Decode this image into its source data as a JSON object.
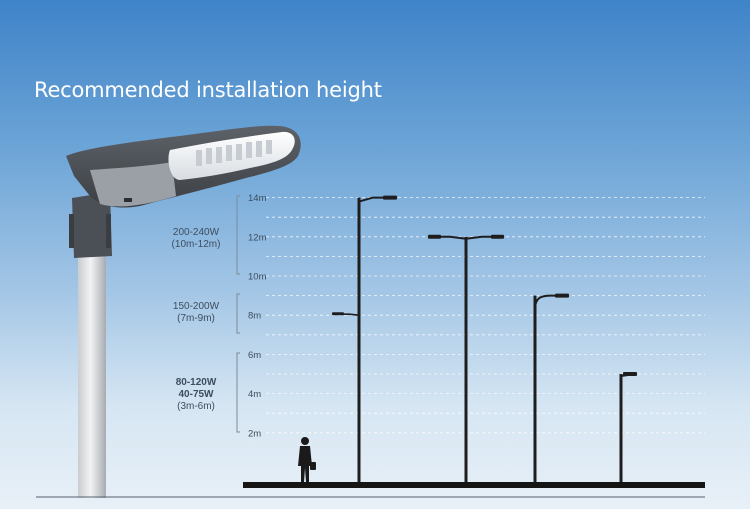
{
  "title": "Recommended installation height",
  "height_scale": {
    "unit": "m",
    "ticks": [
      {
        "value": 2,
        "label": "2m"
      },
      {
        "value": 4,
        "label": "4m"
      },
      {
        "value": 6,
        "label": "6m"
      },
      {
        "value": 8,
        "label": "8m"
      },
      {
        "value": 10,
        "label": "10m"
      },
      {
        "value": 12,
        "label": "12m"
      },
      {
        "value": 14,
        "label": "14m"
      }
    ]
  },
  "ranges": [
    {
      "power": "200-240W",
      "height": "(10m-12m)"
    },
    {
      "power": "150-200W",
      "height": "(7m-9m)"
    },
    {
      "power": "80-120W",
      "power_2": "40-75W",
      "height": "(3m-6m)"
    }
  ],
  "poles": [
    {
      "height": 14,
      "type": "single-arm-with-side-bracket"
    },
    {
      "height": 12,
      "type": "double-arm"
    },
    {
      "height": 9,
      "type": "curved-arm"
    },
    {
      "height": 5,
      "type": "short-arm"
    }
  ],
  "colors": {
    "sky_top": "#3f83c9",
    "sky_bottom": "#e8f0f7",
    "pole": "#1e1e1e",
    "dashed_line": "#ffffff",
    "label_text": "#3d4d5e"
  }
}
